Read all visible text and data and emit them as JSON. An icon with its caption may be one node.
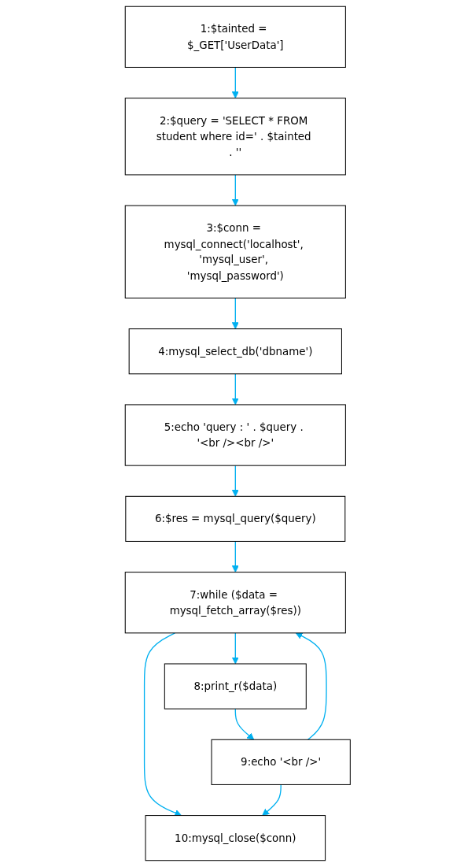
{
  "diagram": {
    "nodes": [
      {
        "text": [
          "1:$tainted = $_GET['UserData']"
        ]
      },
      {
        "text": [
          "2:$query = 'SELECT * FROM student where id=' . $tainted . ''"
        ]
      },
      {
        "text": [
          "3:$conn = mysql_connect('localhost', 'mysql_user', 'mysql_password')"
        ]
      },
      {
        "text": [
          "4:mysql_select_db('dbname')"
        ]
      },
      {
        "text": [
          "5:echo 'query : ' . $query . '<br /><br />'"
        ]
      },
      {
        "text": [
          "6:$res = mysql_query($query)"
        ]
      },
      {
        "text": [
          "7:while ($data = mysql_fetch_array($res))"
        ]
      },
      {
        "text": [
          "8:print_r($data)"
        ]
      },
      {
        "text": [
          "9:echo '<br />'"
        ]
      },
      {
        "text": [
          "10:mysql_close($conn)"
        ]
      }
    ],
    "edges": [
      {
        "from": 0,
        "to": 1,
        "arrow": "to"
      },
      {
        "from": 1,
        "to": 2,
        "arrow": "to"
      },
      {
        "from": 2,
        "to": 3,
        "arrow": "to"
      },
      {
        "from": 3,
        "to": 4,
        "arrow": "to"
      },
      {
        "from": 4,
        "to": 5,
        "arrow": "to"
      },
      {
        "from": 5,
        "to": 6,
        "arrow": "to"
      },
      {
        "from": 6,
        "to": 7,
        "arrow": "to"
      },
      {
        "from": 7,
        "to": 8,
        "arrow": "to"
      },
      {
        "from": 8,
        "to": 6,
        "arrow": "to"
      },
      {
        "from": 6,
        "to": 9,
        "arrow": "to"
      },
      {
        "from": 8,
        "to": 9,
        "arrow": "to"
      }
    ]
  }
}
